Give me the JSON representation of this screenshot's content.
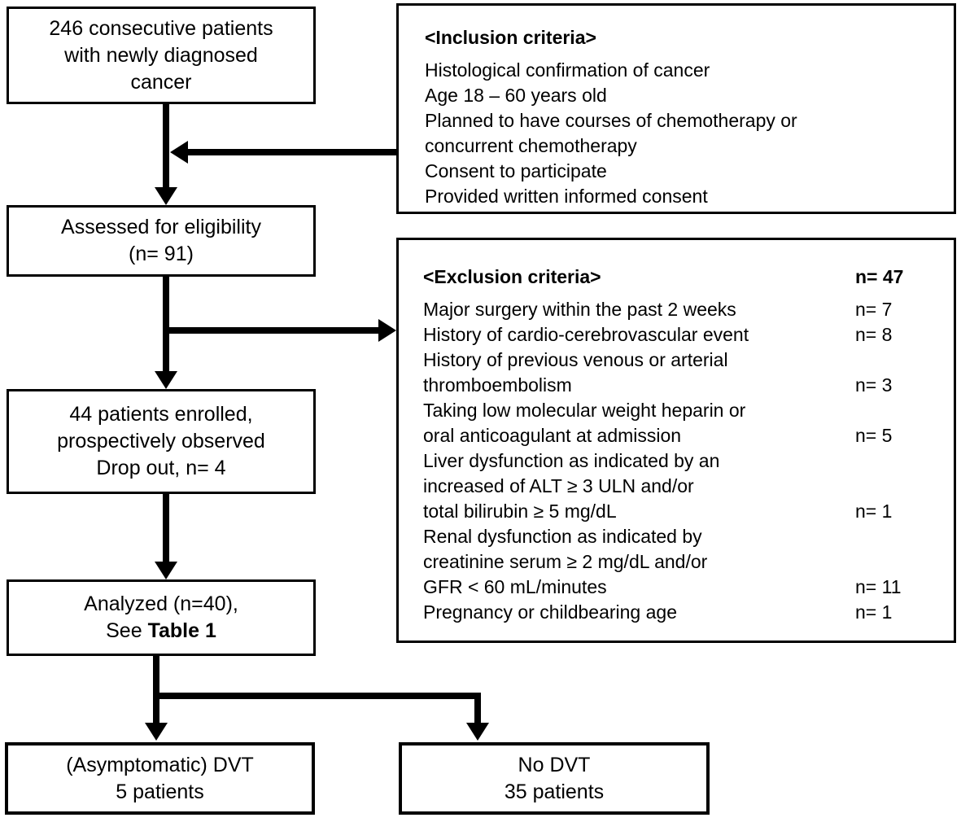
{
  "flowchart": {
    "box_patients": {
      "line1": "246 consecutive patients",
      "line2": "with newly diagnosed",
      "line3": "cancer"
    },
    "box_eligibility": {
      "line1": "Assessed for eligibility",
      "line2": "(n= 91)"
    },
    "box_enrolled": {
      "line1": "44 patients enrolled,",
      "line2": "prospectively observed",
      "line3": "Drop out, n= 4"
    },
    "box_analyzed": {
      "line1": "Analyzed (n=40),",
      "line2_prefix": "See ",
      "line2_bold": "Table 1"
    },
    "box_dvt": {
      "line1": "(Asymptomatic) DVT",
      "line2": "5 patients"
    },
    "box_no_dvt": {
      "line1": "No DVT",
      "line2": "35 patients"
    },
    "inclusion": {
      "header": "<Inclusion criteria>",
      "lines": [
        "Histological confirmation of cancer",
        "Age 18 – 60 years old",
        "Planned to have courses of chemotherapy or",
        "concurrent chemotherapy",
        "Consent to participate",
        "Provided written informed consent"
      ]
    },
    "exclusion": {
      "header": "<Exclusion criteria>",
      "header_n": "n= 47",
      "rows": [
        {
          "text": "Major surgery within the past 2 weeks",
          "n": "n= 7"
        },
        {
          "text": "History of cardio-cerebrovascular event",
          "n": "n= 8"
        },
        {
          "text": "History of previous venous or arterial",
          "n": ""
        },
        {
          "text": "thromboembolism",
          "n": "n= 3"
        },
        {
          "text": "Taking low molecular weight heparin or",
          "n": ""
        },
        {
          "text": "oral anticoagulant at admission",
          "n": "n= 5"
        },
        {
          "text": "Liver dysfunction as indicated by an",
          "n": ""
        },
        {
          "text": "increased of ALT ≥ 3 ULN and/or",
          "n": ""
        },
        {
          "text": "total bilirubin ≥ 5 mg/dL",
          "n": "n= 1"
        },
        {
          "text": "Renal dysfunction as indicated by",
          "n": ""
        },
        {
          "text": "creatinine serum ≥ 2 mg/dL and/or",
          "n": ""
        },
        {
          "text": "GFR < 60 mL/minutes",
          "n": "n= 11"
        },
        {
          "text": "Pregnancy or childbearing age",
          "n": "n= 1"
        }
      ]
    },
    "colors": {
      "line": "#000000",
      "background": "#ffffff"
    }
  }
}
